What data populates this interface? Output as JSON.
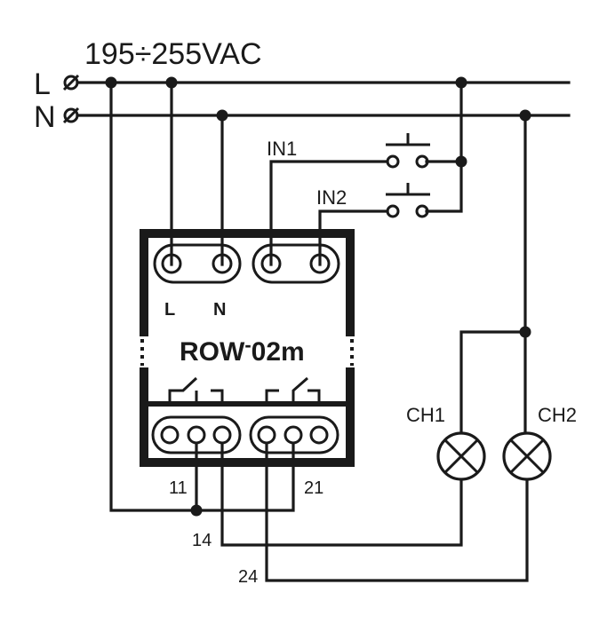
{
  "supply": {
    "voltage": "195÷255VAC",
    "line_label": "L",
    "neutral_label": "N"
  },
  "inputs": {
    "in1": "IN1",
    "in2": "IN2"
  },
  "device": {
    "name_prefix": "ROW",
    "name_suffix": "02m",
    "terminal_l": "L",
    "terminal_n": "N"
  },
  "channels": {
    "ch1": "CH1",
    "ch2": "CH2"
  },
  "terminals": {
    "t11": "11",
    "t14": "14",
    "t21": "21",
    "t24": "24"
  }
}
